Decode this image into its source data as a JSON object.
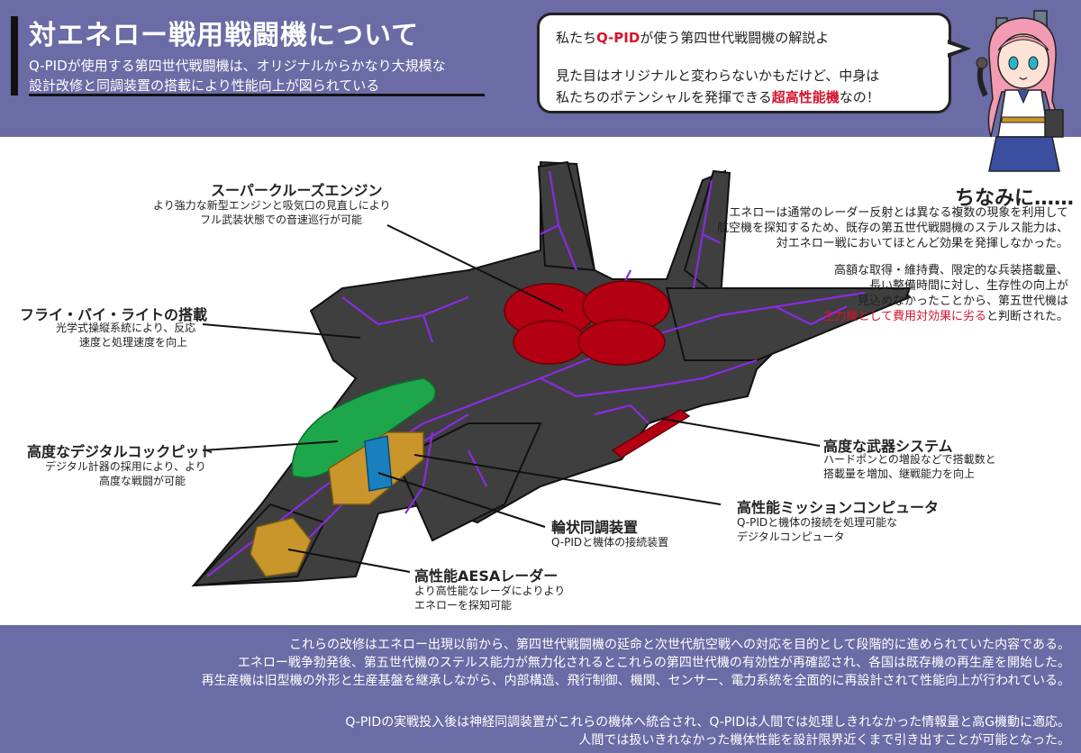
{
  "header": {
    "title": "対エネロー戦用戦闘機について",
    "subtitle_line1": "Q-PIDが使用する第四世代戦闘機は、オリジナルからかなり大規模な",
    "subtitle_line2": "設計改修と同調装置の搭載により性能向上が図られている"
  },
  "speech": {
    "line1_pre": "私たち",
    "line1_q": "Q-PID",
    "line1_post": "が使う第四世代戦闘機の解説よ",
    "line2": "見た目はオリジナルと変わらないかもだけど、中身は",
    "line3_pre": "私たちのポテンシャルを発揮できる",
    "line3_red": "超高性能機",
    "line3_post": "なの！"
  },
  "note": {
    "title": "ちなみに……",
    "p1_l1": "エネローは通常のレーダー反射とは異なる複数の現象を利用して",
    "p1_l2": "航空機を探知するため、既存の第五世代戦闘機のステルス能力は、",
    "p1_l3": "対エネロー戦においてほとんど効果を発揮しなかった。",
    "p2_l1": "高額な取得・維持費、限定的な兵装搭載量、",
    "p2_l2": "長い整備時間に対し、生存性の向上が",
    "p2_l3": "見込めなかったことから、第五世代機は",
    "p2_l4_red": "主力機として費用対効果に劣る",
    "p2_l4_post": "と判断された。"
  },
  "callouts": {
    "engine": {
      "title": "スーパークルーズエンジン",
      "d1": "より強力な新型エンジンと吸気口の見直しにより",
      "d2": "フル武装状態での音速巡行が可能"
    },
    "fbw": {
      "title": "フライ・バイ・ライトの搭載",
      "d1": "光学式操縦系統により、反応",
      "d2": "速度と処理速度を向上"
    },
    "cockpit": {
      "title": "高度なデジタルコックピット",
      "d1": "デジタル計器の採用により、より",
      "d2": "高度な戦闘が可能"
    },
    "weapons": {
      "title": "高度な武器システム",
      "d1": "ハードポンとの増設などで搭載数と",
      "d2": "搭載量を増加、継戦能力を向上"
    },
    "computer": {
      "title": "高性能ミッションコンピュータ",
      "d1": "Q-PIDと機体の接続を処理可能な",
      "d2": "デジタルコンピュータ"
    },
    "sync": {
      "title": "輪状同調装置",
      "d1": "Q-PIDと機体の接続装置"
    },
    "radar": {
      "title": "高性能AESAレーダー",
      "d1": "より高性能なレーダによりより",
      "d2": "エネローを探知可能"
    }
  },
  "bottom": {
    "l1": "これらの改修はエネロー出現以前から、第四世代戦闘機の延命と次世代航空戦への対応を目的として段階的に進められていた内容である。",
    "l2": "エネロー戦争勃発後、第五世代機のステルス能力が無力化されるとこれらの第四世代機の有効性が再確認され、各国は既存機の再生産を開始した。",
    "l3": "再生産機は旧型機の外形と生産基盤を継承しながら、内部構造、飛行制御、機関、センサー、電力系統を全面的に再設計されて性能向上が行われている。",
    "l4": "Q-PIDの実戦投入後は神経同調装置がこれらの機体へ統合され、Q-PIDは人間では処理しきれなかった情報量と高G機動に適応。",
    "l5": "人間では扱いきれなかった機体性能を設計限界近くまで引き出すことが可能となった。"
  },
  "colors": {
    "band": "#6b6ba5",
    "jet_body": "#3f3f3f",
    "wiring": "#8a2be2",
    "engine": "#b30012",
    "cockpit": "#1ea64a",
    "sync": "#1a7fbf",
    "computer": "#c8962b",
    "accent_red": "#d4142c"
  }
}
